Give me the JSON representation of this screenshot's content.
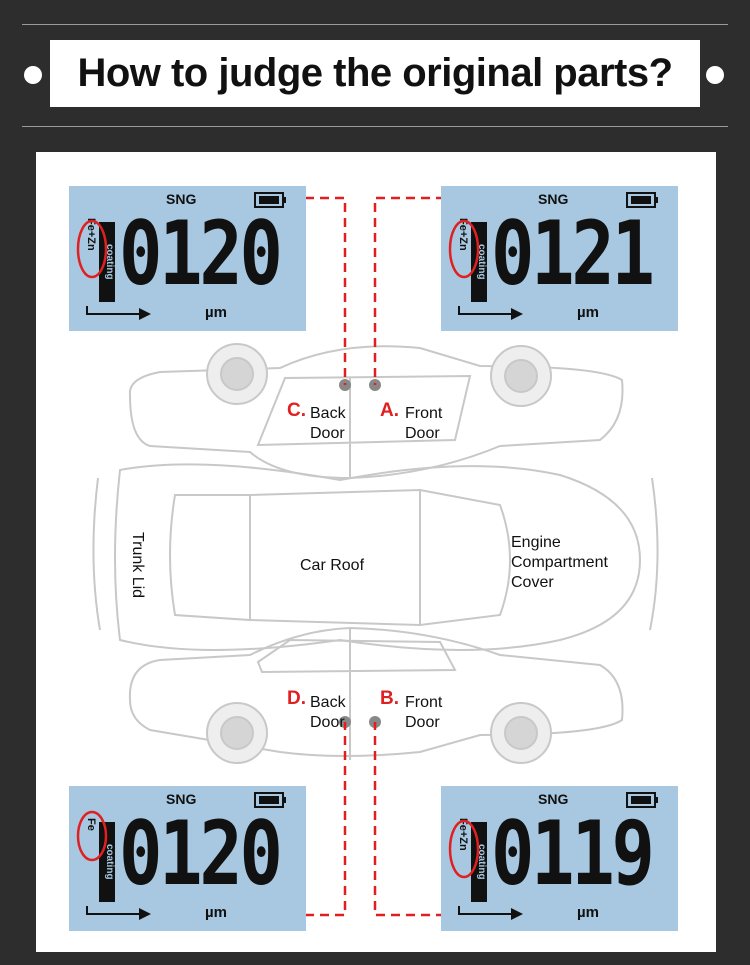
{
  "header": {
    "title": "How to judge the original parts?"
  },
  "gauges": [
    {
      "id": "C",
      "brand": "SNG",
      "material": "Fe+Zn",
      "coating_label": "coating",
      "reading": "0120",
      "unit": "µm",
      "battery": "full"
    },
    {
      "id": "A",
      "brand": "SNG",
      "material": "Fe+Zn",
      "coating_label": "coating",
      "reading": "0121",
      "unit": "µm",
      "battery": "full"
    },
    {
      "id": "D",
      "brand": "SNG",
      "material": "Fe",
      "coating_label": "coating",
      "reading": "0120",
      "unit": "µm",
      "battery": "full"
    },
    {
      "id": "B",
      "brand": "SNG",
      "material": "Fe+Zn",
      "coating_label": "coating",
      "reading": "0119",
      "unit": "µm",
      "battery": "full"
    }
  ],
  "points": [
    {
      "letter": "C.",
      "line1": "Back",
      "line2": "Door"
    },
    {
      "letter": "A.",
      "line1": "Front",
      "line2": "Door"
    },
    {
      "letter": "D.",
      "line1": "Back",
      "line2": "Door"
    },
    {
      "letter": "B.",
      "line1": "Front",
      "line2": "Door"
    }
  ],
  "parts": {
    "trunk_lid": "Trunk Lid",
    "car_roof": "Car Roof",
    "engine_line1": "Engine",
    "engine_line2": "Compartment",
    "engine_line3": "Cover"
  },
  "colors": {
    "background": "#2d2d2d",
    "lcd": "#a7c8e0",
    "accent": "#e02020",
    "car_outline": "#c8c8c8"
  }
}
